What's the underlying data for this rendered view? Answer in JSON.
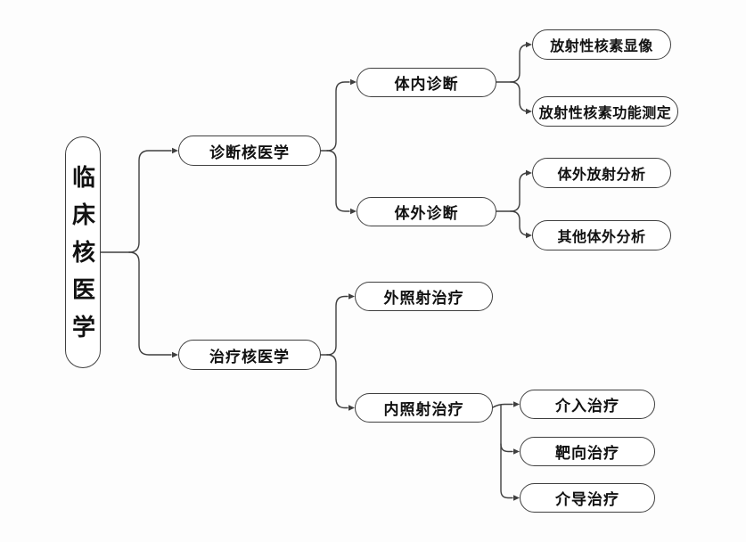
{
  "colors": {
    "background": "#fdfdfd",
    "node_fill": "#ffffff",
    "node_border": "#3f3f3f",
    "connector": "#3f3f3f",
    "text": "#111111"
  },
  "tree": {
    "label": "临床核医学",
    "children": [
      {
        "label": "诊断核医学",
        "children": [
          {
            "label": "体内诊断",
            "children": [
              {
                "label": "放射性核素显像"
              },
              {
                "label": "放射性核素功能测定"
              }
            ]
          },
          {
            "label": "体外诊断",
            "children": [
              {
                "label": "体外放射分析"
              },
              {
                "label": "其他体外分析"
              }
            ]
          }
        ]
      },
      {
        "label": "治疗核医学",
        "children": [
          {
            "label": "外照射治疗",
            "children": []
          },
          {
            "label": "内照射治疗",
            "children": [
              {
                "label": "介入治疗"
              },
              {
                "label": "靶向治疗"
              },
              {
                "label": "介导治疗"
              }
            ]
          }
        ]
      }
    ]
  }
}
